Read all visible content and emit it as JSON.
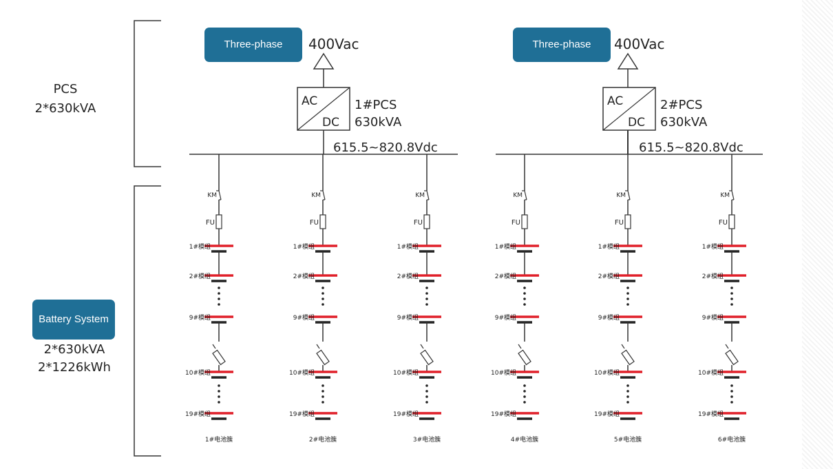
{
  "badges": {
    "three_phase_1": "Three-phase",
    "three_phase_2": "Three-phase",
    "battery_system": "Battery System"
  },
  "pcs_section": {
    "title": "PCS",
    "rating": "2*630kVA"
  },
  "battery_section": {
    "rating_kva": "2*630kVA",
    "rating_kwh": "2*1226kWh"
  },
  "pcs_units": [
    {
      "ac_voltage": "400Vac",
      "ac": "AC",
      "dc": "DC",
      "name": "1#PCS",
      "rating": "630kVA",
      "dc_range": "615.5~820.8Vdc"
    },
    {
      "ac_voltage": "400Vac",
      "ac": "AC",
      "dc": "DC",
      "name": "2#PCS",
      "rating": "630kVA",
      "dc_range": "615.5~820.8Vdc"
    }
  ],
  "strings": [
    {
      "label": "1#电池簇"
    },
    {
      "label": "2#电池簇"
    },
    {
      "label": "3#电池簇"
    },
    {
      "label": "4#电池簇"
    },
    {
      "label": "5#电池簇"
    },
    {
      "label": "6#电池簇"
    }
  ],
  "string_components": {
    "contactor": "KM",
    "fuse": "FU",
    "modules": [
      "1#模组",
      "2#模组",
      "9#模组",
      "10#模组",
      "19#模组"
    ]
  },
  "colors": {
    "badge": "#1f6f96",
    "battery_positive": "#e0202a",
    "line": "#333333"
  }
}
